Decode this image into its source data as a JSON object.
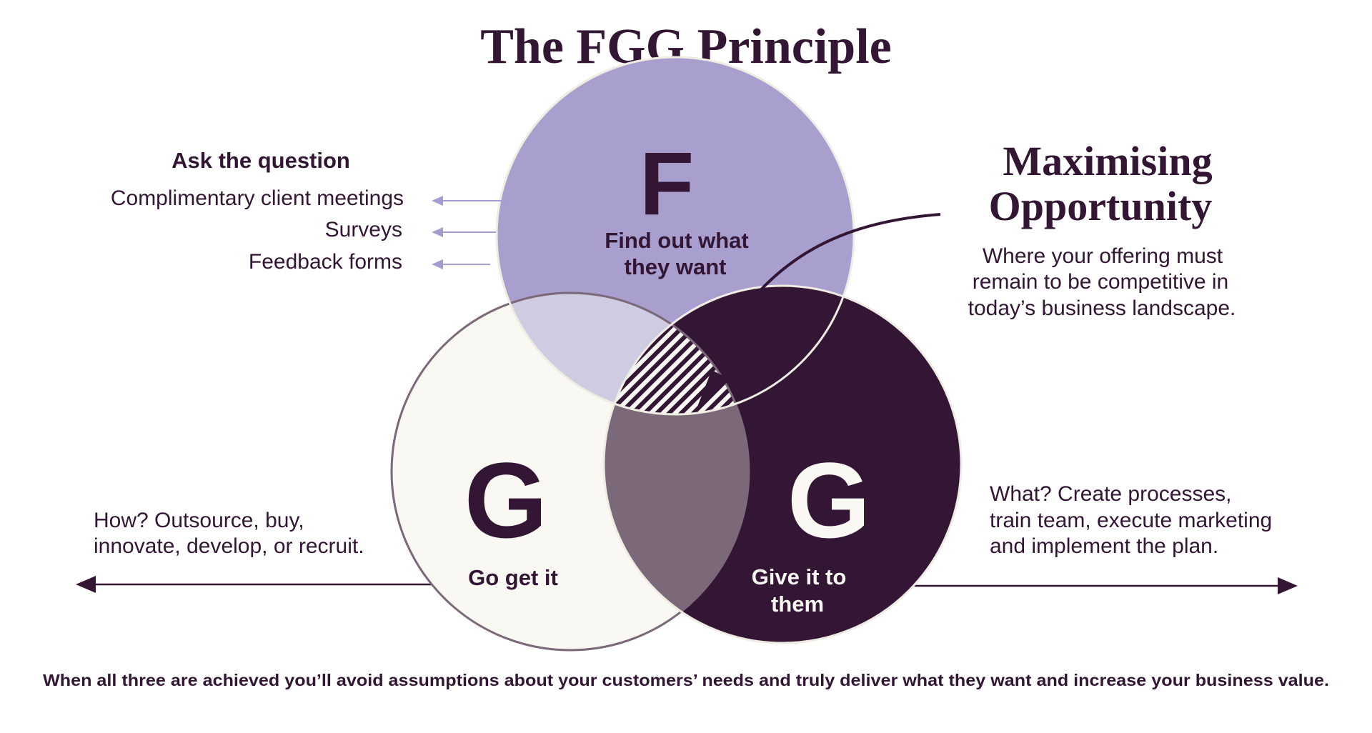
{
  "title": "The FGG Principle",
  "left_panel": {
    "heading": "Ask the question",
    "items": [
      "Complimentary client meetings",
      "Surveys",
      "Feedback forms"
    ]
  },
  "circles": {
    "find": {
      "letter": "F",
      "line1": "Find out what",
      "line2": "they want"
    },
    "go": {
      "letter": "G",
      "label": "Go get it"
    },
    "give": {
      "letter": "G",
      "line1": "Give it to",
      "line2": "them"
    }
  },
  "right_panel": {
    "heading_line1": "Maximising",
    "heading_line2": "Opportunity",
    "desc_lines": [
      "Where your offering must",
      "remain to be competitive in",
      "today’s business landscape."
    ]
  },
  "how_text": {
    "lines": [
      "How? Outsource, buy,",
      "innovate, develop, or recruit."
    ]
  },
  "what_text": {
    "lines": [
      "What? Create processes,",
      "train team, execute marketing",
      "and implement the plan."
    ]
  },
  "footer": "When all three are achieved you’ll avoid assumptions about your customers’ needs and truly deliver what they want and increase your business value.",
  "colors": {
    "dark": "#321634",
    "lavender": "#a99fcf",
    "cream": "#f9f8f3",
    "light_overlap": "#cfcbe1",
    "mid_overlap": "#7b6878",
    "arrow_light": "#a59cd0"
  }
}
